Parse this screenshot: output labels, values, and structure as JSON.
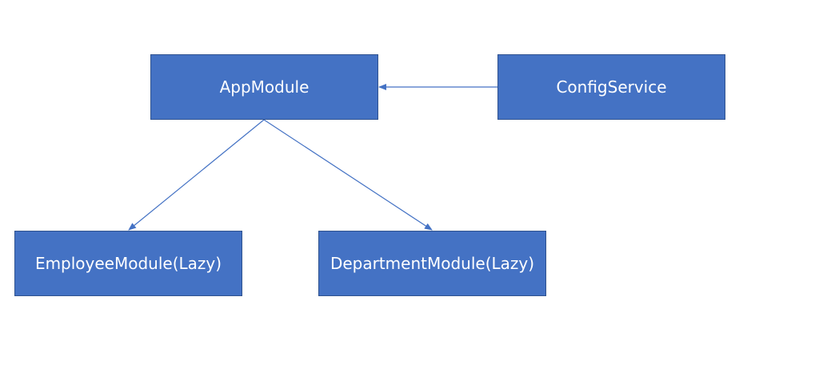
{
  "nodes": {
    "app": {
      "label": "AppModule"
    },
    "config": {
      "label": "ConfigService"
    },
    "employee": {
      "label": "EmployeeModule(Lazy)"
    },
    "department": {
      "label": "DepartmentModule(Lazy)"
    }
  },
  "edges": [
    {
      "from": "config",
      "to": "app"
    },
    {
      "from": "app",
      "to": "employee"
    },
    {
      "from": "app",
      "to": "department"
    }
  ],
  "colors": {
    "node_fill": "#4472c4",
    "node_border": "#2f528f",
    "node_text": "#ffffff",
    "edge": "#4472c4"
  }
}
